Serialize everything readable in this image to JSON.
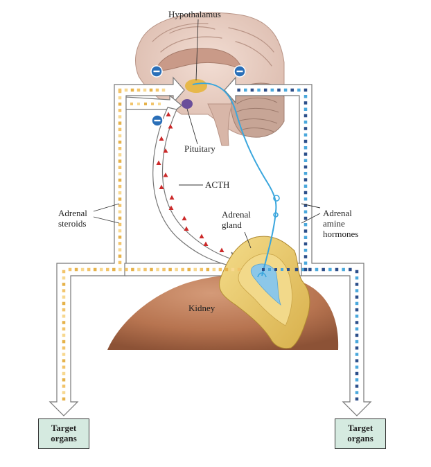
{
  "labels": {
    "hypothalamus": "Hypothalamus",
    "pituitary": "Pituitary",
    "acth": "ACTH",
    "adrenal_steroids": [
      "Adrenal",
      "steroids"
    ],
    "adrenal_gland": [
      "Adrenal",
      "gland"
    ],
    "adrenal_amine_hormones": [
      "Adrenal",
      "amine",
      "hormones"
    ],
    "kidney": "Kidney"
  },
  "targets": {
    "left": [
      "Target",
      "organs"
    ],
    "right": [
      "Target",
      "organs"
    ]
  },
  "colors": {
    "steroid_dots": "#f2c46a",
    "amine_dots_light": "#4aa8dc",
    "amine_dots_dark": "#2c4f8a",
    "acth_triangles": "#cc2a2a",
    "neuron": "#3aa6dd",
    "target_box": "#d5eae0",
    "adrenal": "#e8c866",
    "kidney": "#b77450",
    "inhibit_badge": "#2a6fb8"
  },
  "icons": {
    "inhibit": "minus-circle-icon",
    "arrowhead": "hollow-arrowhead-icon"
  }
}
